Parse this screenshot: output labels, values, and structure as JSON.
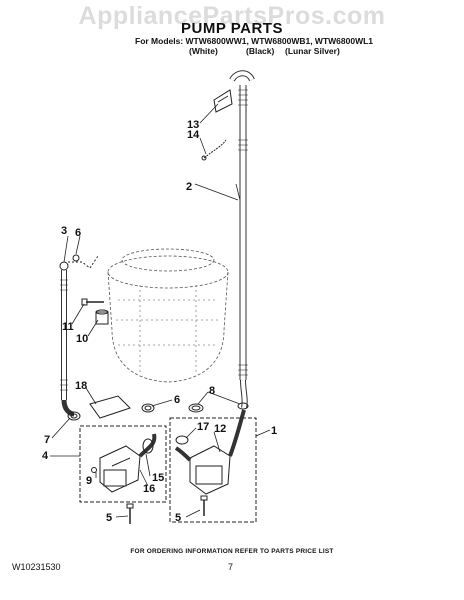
{
  "watermark": "AppliancePartsPros.com",
  "header": {
    "title": "PUMP PARTS",
    "models": "For Models: WTW6800WW1, WTW6800WB1, WTW6800WL1",
    "variants": [
      "(White)",
      "(Black)",
      "(Lunar Silver)"
    ]
  },
  "callouts": {
    "c1": "1",
    "c2": "2",
    "c3": "3",
    "c4": "4",
    "c5a": "5",
    "c5b": "5",
    "c6a": "6",
    "c6b": "6",
    "c7": "7",
    "c8": "8",
    "c9": "9",
    "c10": "10",
    "c11": "11",
    "c12": "12",
    "c13": "13",
    "c14": "14",
    "c15": "15",
    "c16": "16",
    "c17": "17",
    "c18": "18"
  },
  "footer": {
    "ordering_info": "FOR ORDERING INFORMATION REFER TO PARTS PRICE LIST",
    "doc_number": "W10231530",
    "page_number": "7"
  }
}
